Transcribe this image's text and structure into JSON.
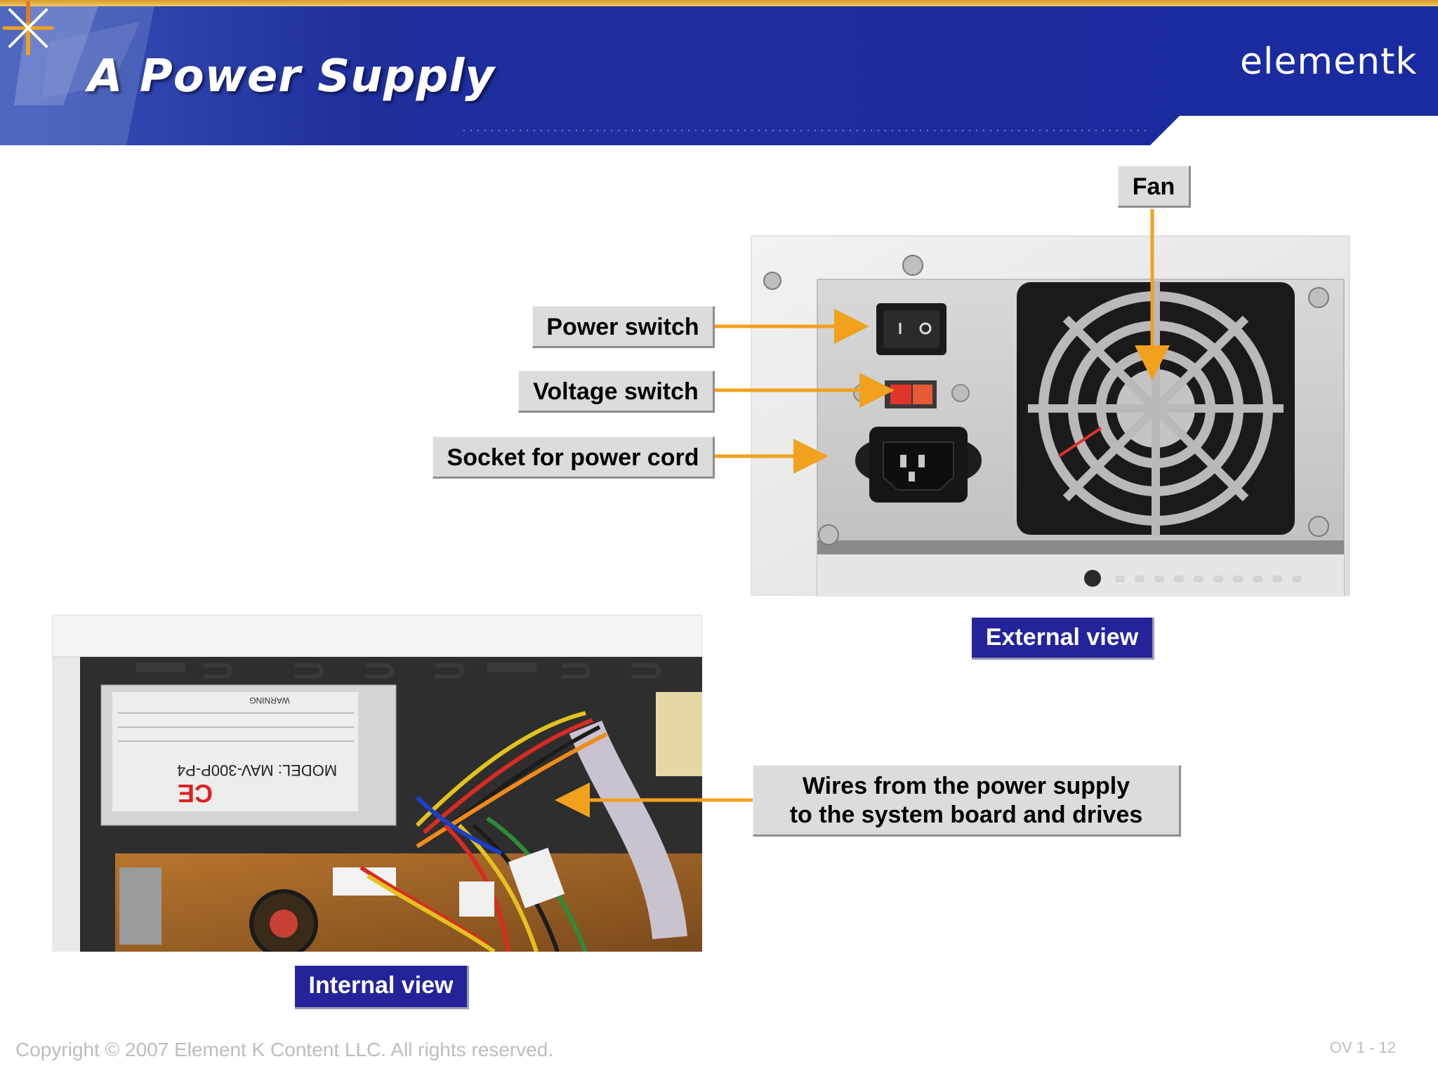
{
  "slide": {
    "title": "A Power Supply",
    "logo_text": "elementk",
    "copyright": "Copyright © 2007 Element K Content LLC. All rights reserved.",
    "slide_number": "OV 1 - 12"
  },
  "callouts": {
    "fan": "Fan",
    "power_switch": "Power switch",
    "voltage_switch": "Voltage switch",
    "socket": "Socket for power cord",
    "wires_line1": "Wires from the power supply",
    "wires_line2": "to the system board and drives"
  },
  "view_labels": {
    "external": "External view",
    "internal": "Internal view"
  },
  "colors": {
    "header_blue": "#1d2f9c",
    "accent_orange": "#f2a11e",
    "view_label_bg": "#24239a"
  },
  "internal_photo_text": {
    "model": "MODEL: MAV-300P-P4",
    "ce_mark": "CE",
    "warning": "WARNING"
  }
}
